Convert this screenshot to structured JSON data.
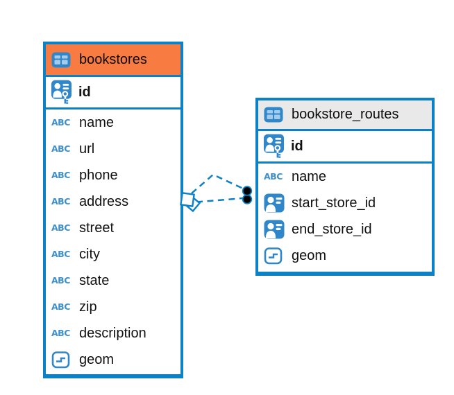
{
  "diagram": {
    "tables": [
      {
        "name": "bookstores",
        "header_color": "#F87B42",
        "primary_key": {
          "name": "id"
        },
        "columns": [
          {
            "name": "name",
            "type": "text"
          },
          {
            "name": "url",
            "type": "text"
          },
          {
            "name": "phone",
            "type": "text"
          },
          {
            "name": "address",
            "type": "text"
          },
          {
            "name": "street",
            "type": "text"
          },
          {
            "name": "city",
            "type": "text"
          },
          {
            "name": "state",
            "type": "text"
          },
          {
            "name": "zip",
            "type": "text"
          },
          {
            "name": "description",
            "type": "text"
          },
          {
            "name": "geom",
            "type": "geometry"
          }
        ]
      },
      {
        "name": "bookstore_routes",
        "header_color": "#E9E9E9",
        "primary_key": {
          "name": "id"
        },
        "columns": [
          {
            "name": "name",
            "type": "text"
          },
          {
            "name": "start_store_id",
            "type": "foreign-key"
          },
          {
            "name": "end_store_id",
            "type": "foreign-key"
          },
          {
            "name": "geom",
            "type": "geometry"
          }
        ]
      }
    ],
    "relationships": [
      {
        "from_table": "bookstores",
        "to_table": "bookstore_routes",
        "line_style": "dashed",
        "source_marker": "diamond",
        "target_marker": "filled-dot"
      },
      {
        "from_table": "bookstores",
        "to_table": "bookstore_routes",
        "line_style": "dashed",
        "source_marker": "diamond",
        "target_marker": "filled-dot"
      }
    ],
    "icons": {
      "text_type_glyph": "ABC"
    },
    "colors": {
      "accent_blue": "#0D81C5",
      "icon_blue": "#2F87C9",
      "icon_cell_light_blue": "#A6CBEA",
      "bookstores_header_orange": "#F87B42",
      "routes_header_gray": "#E9E9E9",
      "text_black": "#111111",
      "background_white": "#FFFFFF"
    }
  }
}
